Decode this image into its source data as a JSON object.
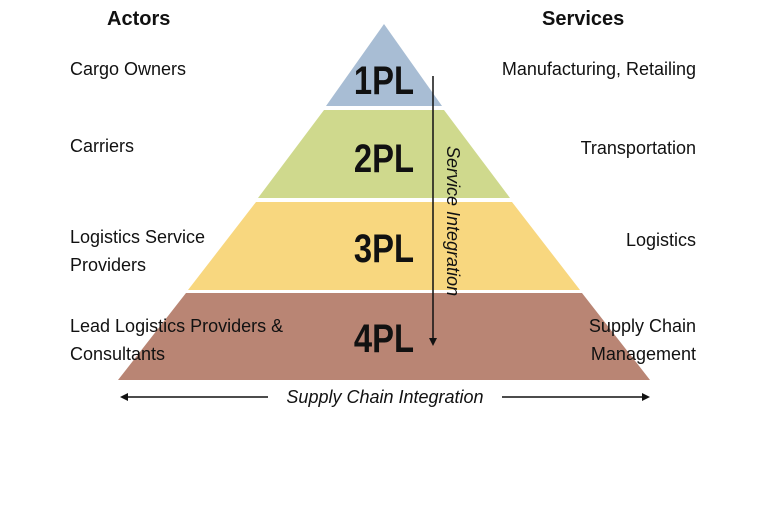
{
  "headers": {
    "actors": "Actors",
    "services": "Services"
  },
  "levels": [
    {
      "label": "1PL",
      "actor": "Cargo Owners",
      "service": "Manufacturing, Retailing",
      "color": "#a8bdd4"
    },
    {
      "label": "2PL",
      "actor": "Carriers",
      "service": "Transportation",
      "color": "#cfd98d"
    },
    {
      "label": "3PL",
      "actor": "Logistics Service Providers",
      "service": "Logistics",
      "color": "#f8d77f"
    },
    {
      "label": "4PL",
      "actor": "Lead Logistics Providers & Consultants",
      "service": "Supply Chain Management",
      "color": "#b98574"
    }
  ],
  "vertical_arrow_label": "Service Integration",
  "horizontal_arrow_label": "Supply Chain Integration"
}
